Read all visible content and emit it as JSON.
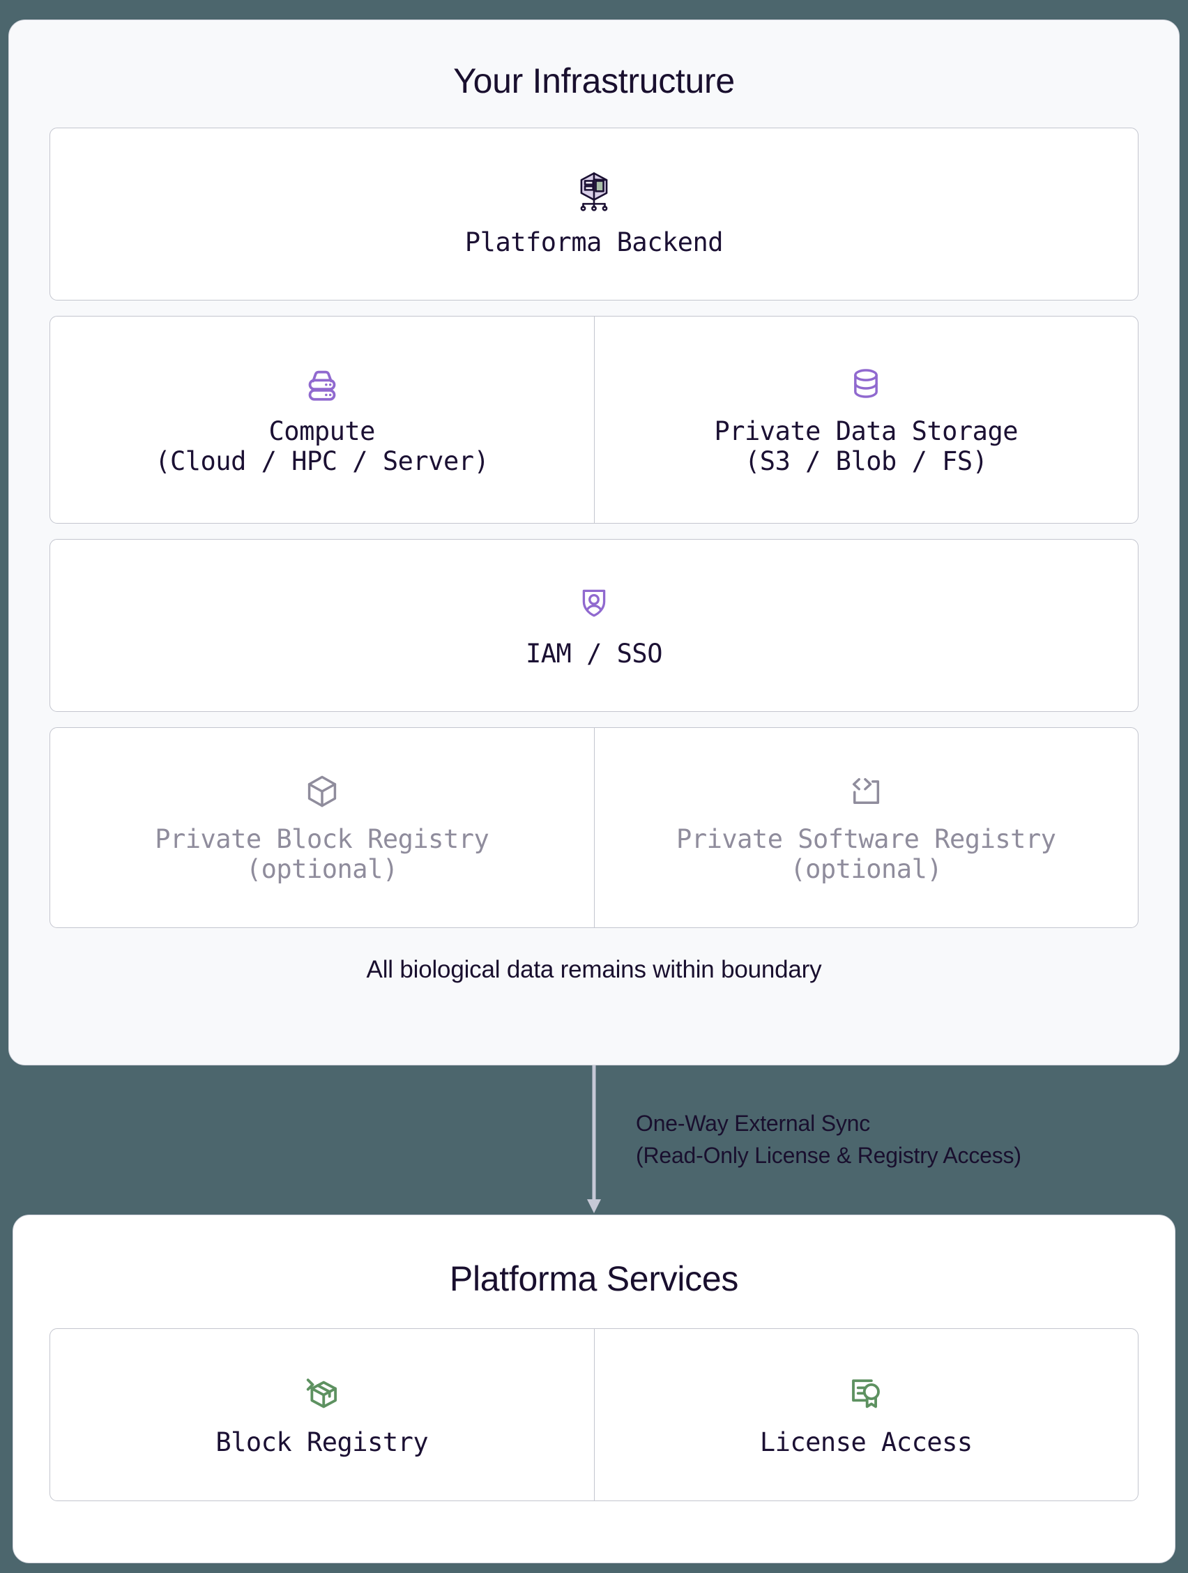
{
  "diagram": {
    "background_color": "#4c666d",
    "accent_purple": "#9069cf",
    "accent_green": "#5d9160",
    "muted_grey": "#8f8c9c",
    "text_color": "#190f2e"
  },
  "infrastructure": {
    "title": "Your Infrastructure",
    "rows": [
      {
        "name": "backend",
        "cells": [
          {
            "icon": "platforma-backend-icon",
            "label": "Platforma Backend",
            "muted": false
          }
        ]
      },
      {
        "name": "compute-storage",
        "cells": [
          {
            "icon": "server-rack-icon",
            "label": "Compute\n(Cloud / HPC / Server)",
            "muted": false
          },
          {
            "icon": "database-icon",
            "label": "Private Data Storage\n(S3 / Blob / FS)",
            "muted": false
          }
        ]
      },
      {
        "name": "identity",
        "cells": [
          {
            "icon": "shield-user-icon",
            "label": "IAM / SSO",
            "muted": false
          }
        ]
      },
      {
        "name": "optional-registries",
        "cells": [
          {
            "icon": "cube-icon",
            "label": "Private Block Registry\n(optional)",
            "muted": true
          },
          {
            "icon": "code-brackets-icon",
            "label": "Private Software Registry\n(optional)",
            "muted": true
          }
        ]
      }
    ],
    "boundary_note": "All biological data remains within boundary"
  },
  "connector": {
    "direction": "down",
    "caption": "One-Way External Sync\n(Read-Only License & Registry Access)",
    "color": "#c6c9d6"
  },
  "services": {
    "title": "Platforma Services",
    "rows": [
      {
        "name": "service-registries",
        "cells": [
          {
            "icon": "package-arrow-icon",
            "label": "Block Registry",
            "muted": false
          },
          {
            "icon": "certificate-icon",
            "label": "License Access",
            "muted": false
          }
        ]
      }
    ]
  }
}
